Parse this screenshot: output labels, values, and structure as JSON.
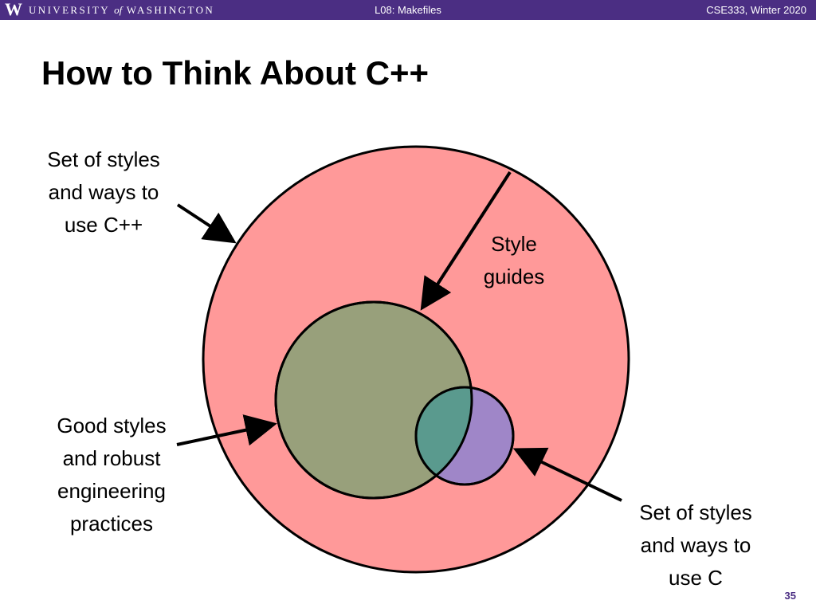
{
  "header": {
    "logo_letter": "W",
    "university_part1": "UNIVERSITY",
    "university_of": "of",
    "university_part2": "WASHINGTON",
    "lecture": "L08:  Makefiles",
    "course": "CSE333, Winter 2020"
  },
  "slide": {
    "title": "How to Think About C++",
    "page_number": "35"
  },
  "diagram": {
    "labels": {
      "cpp_styles": [
        "Set of styles",
        "and ways to",
        "use C++"
      ],
      "style_guides": [
        "Style",
        "guides"
      ],
      "good_styles": [
        "Good styles",
        "and robust",
        "engineering",
        "practices"
      ],
      "c_styles": [
        "Set of styles",
        "and ways to",
        "use C"
      ]
    },
    "colors": {
      "outer_circle": "#ff9999",
      "good_styles_circle": "#98a07b",
      "c_circle": "#9f86c8",
      "overlap": "#5a9a8e",
      "outline": "#000000",
      "header_purple": "#4b2e83"
    }
  }
}
